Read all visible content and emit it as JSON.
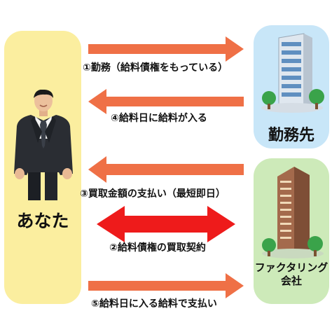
{
  "parties": {
    "you": "あなた",
    "employer": "勤務先",
    "factoring_line1": "ファクタリング",
    "factoring_line2": "会社"
  },
  "steps": {
    "step1": "①勤務（給料債権をもっている）",
    "step4": "④給料日に給料が入る",
    "step3": "③買取金額の支払い（最短即日）",
    "step2": "②給料債権の買取契約",
    "step5": "⑤給料日に入る給料で支払い"
  },
  "colors": {
    "arrow_orange": "#ef7046",
    "arrow_red": "#ee1b1b",
    "you_panel": "#fbee9f",
    "employer_panel": "#c8e6f8",
    "factoring_panel": "#cdeab9"
  },
  "icons": {
    "person": "businessman-icon",
    "employer_building": "office-building-icon",
    "factoring_building": "tower-building-icon"
  }
}
